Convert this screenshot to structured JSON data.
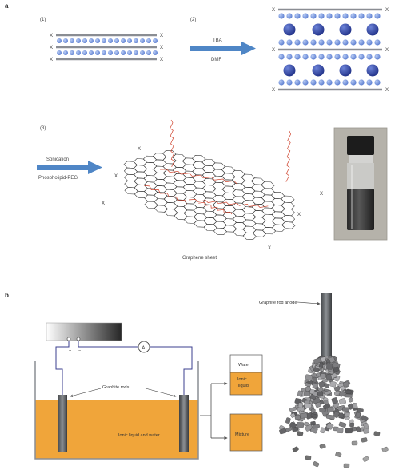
{
  "panel_a": {
    "label": "a",
    "step1": "(1)",
    "step2": "(2)",
    "step3": "(3)",
    "arrow1_top": "TBA",
    "arrow1_bottom": "DMF",
    "arrow2_top": "Sonication",
    "arrow2_bottom": "Phospholipid-PEG",
    "x_marker": "X",
    "sheet_caption": "Graphene sheet"
  },
  "panel_b": {
    "label": "b",
    "ammeter": "A",
    "rods_label": "Graphite rods",
    "electrolyte_label": "Ionic liquid and water",
    "water_label": "Water",
    "ionic_label": "Ionic liquid",
    "mixture_label": "Mixture",
    "anode_label": "Graphite rod anode",
    "plus": "+",
    "minus": "−"
  },
  "colors": {
    "layer_gray": "#8a8d93",
    "small_ball": "#6f8fd8",
    "big_ball": "#2c3f9a",
    "arrow_blue": "#4f86c6",
    "orange": "#f0a53a",
    "pale_orange": "#f6c27b",
    "rod_gray": "#5f6366",
    "lattice": "#333333",
    "peg_red": "#d0452f"
  }
}
